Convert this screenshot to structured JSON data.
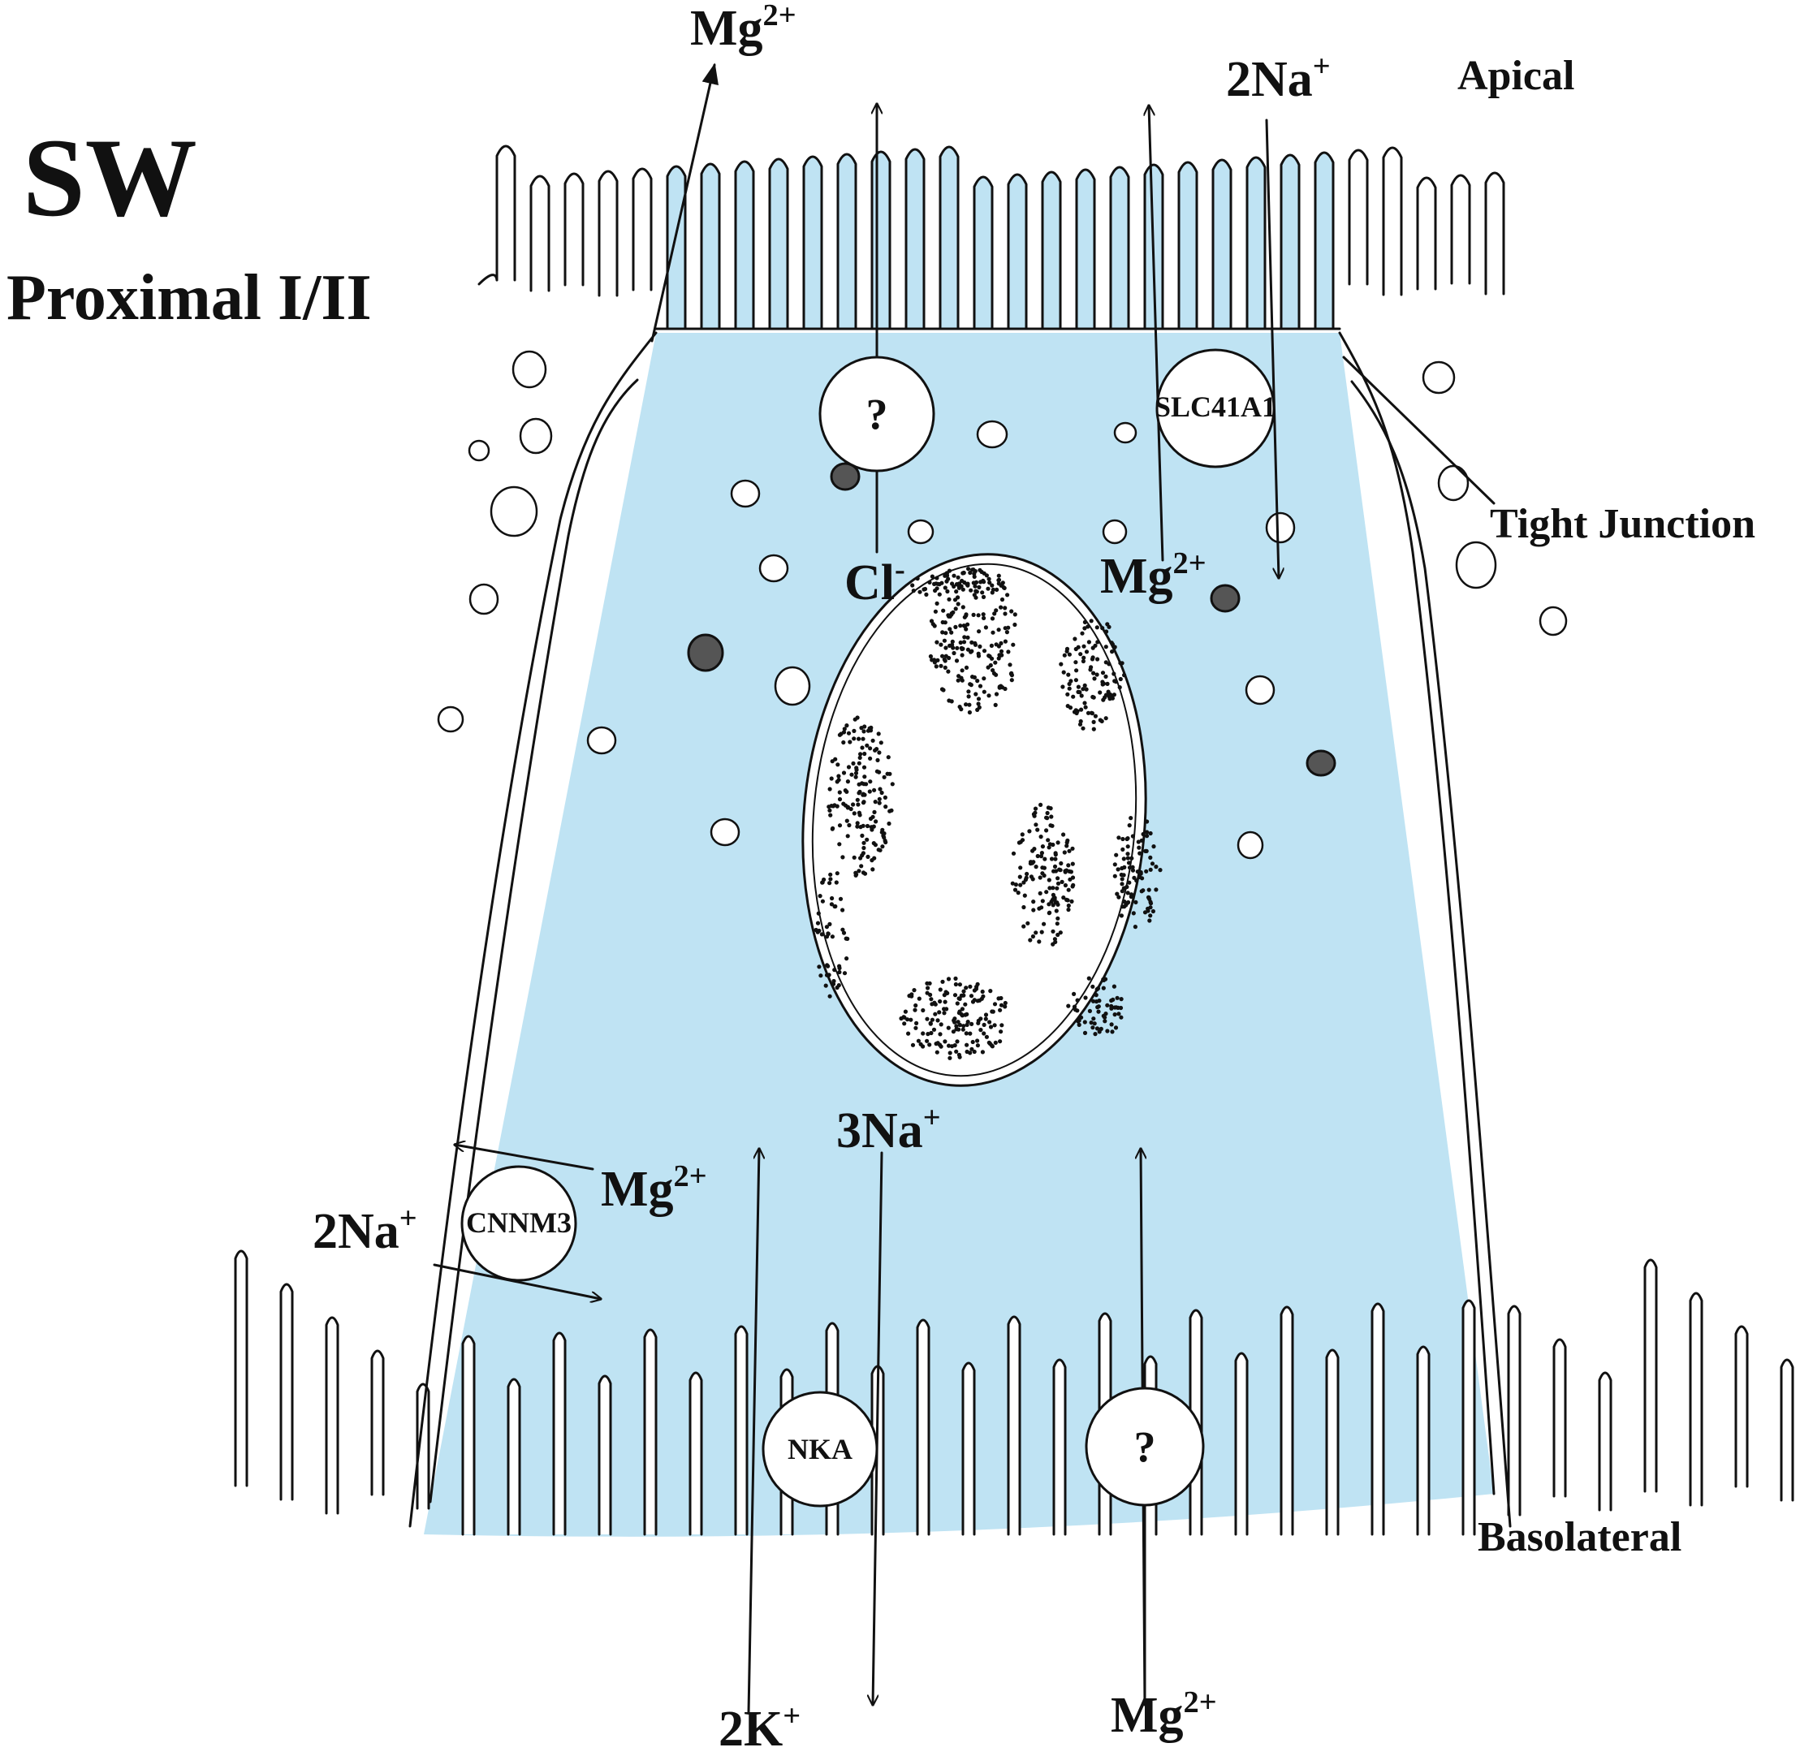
{
  "title": "SW",
  "subtitle": "Proximal I/II",
  "side_labels": {
    "apical": "Apical",
    "basolateral": "Basolateral",
    "tight_junction": "Tight Junction"
  },
  "transporters": {
    "apical_unknown": "?",
    "slc41a1": "SLC41A1",
    "cnnm3": "CNNM3",
    "nka": "NKA",
    "basolateral_unknown": "?"
  },
  "ions": {
    "mg_top_left": {
      "base": "Mg",
      "sup": "2+"
    },
    "na_top_right": {
      "base": "2Na",
      "sup": "+"
    },
    "cl": {
      "base": "Cl",
      "sup": "-"
    },
    "mg_apical_inner": {
      "base": "Mg",
      "sup": "2+"
    },
    "na_3": {
      "base": "3Na",
      "sup": "+"
    },
    "mg_cnnm3": {
      "base": "Mg",
      "sup": "2+"
    },
    "na_cnnm3": {
      "base": "2Na",
      "sup": "+"
    },
    "k_2": {
      "base": "2K",
      "sup": "+"
    },
    "mg_bottom": {
      "base": "Mg",
      "sup": "2+"
    }
  },
  "colors": {
    "cytoplasm": "#bfe3f3",
    "outline": "#111111",
    "background": "#ffffff"
  }
}
